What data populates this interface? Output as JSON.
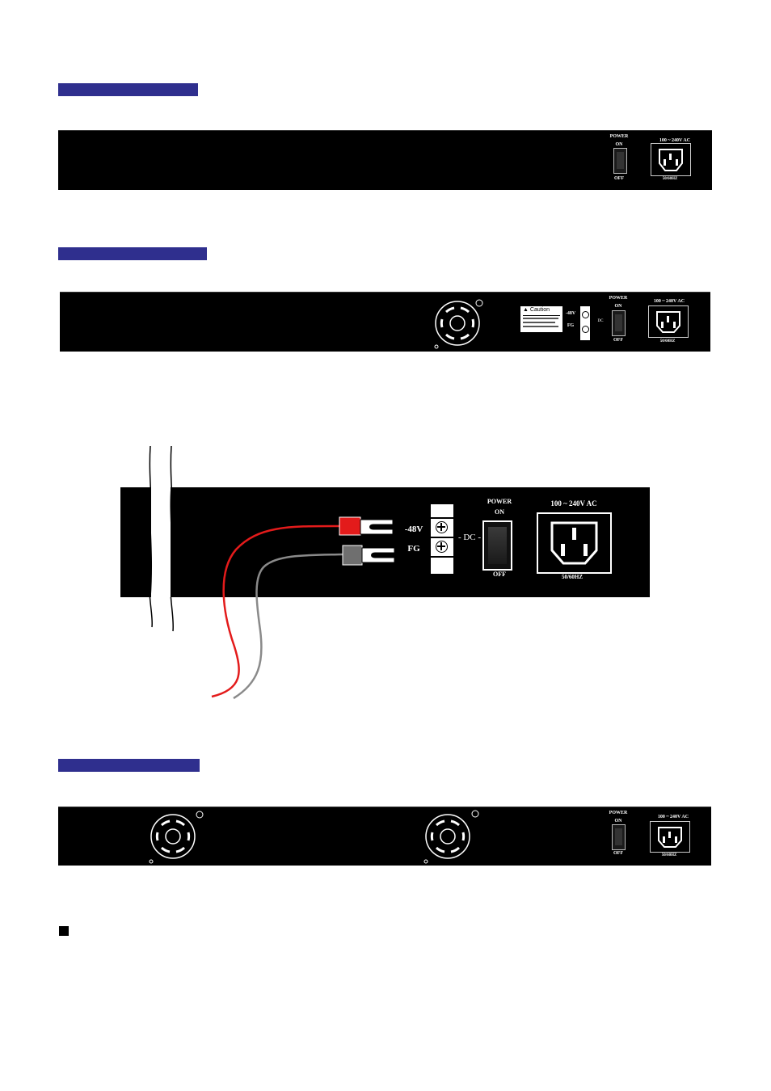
{
  "colors": {
    "section_bar": "#2f2f8e",
    "panel": "#000000",
    "wire_negative": "#e31b1b",
    "wire_ground": "#8a8a8a"
  },
  "panel_ac": {
    "power_label": "POWER",
    "on_label": "ON",
    "off_label": "OFF",
    "ac_rating": "100 ~ 240V AC",
    "frequency": "50/60HZ"
  },
  "panel_acdc": {
    "caution_title": "Caution",
    "neg48v_label": "-48V",
    "fg_label": "FG",
    "dc_label": "DC",
    "power_label": "POWER",
    "on_label": "ON",
    "off_label": "OFF",
    "ac_rating": "100 ~ 240V AC",
    "frequency": "50/60HZ"
  },
  "diagram_dc": {
    "neg48v_label": "-48V",
    "fg_label": "FG",
    "dc_label": "- DC -",
    "power_label": "POWER",
    "on_label": "ON",
    "off_label": "OFF",
    "ac_rating": "100 ~ 240V AC",
    "frequency": "50/60HZ"
  },
  "panel_fans": {
    "power_label": "POWER",
    "on_label": "ON",
    "off_label": "OFF",
    "ac_rating": "100 ~ 240V AC",
    "frequency": "50/60HZ"
  }
}
